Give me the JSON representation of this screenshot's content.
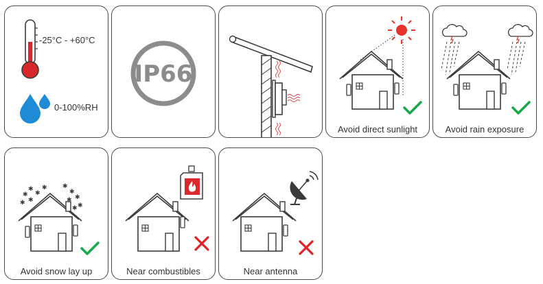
{
  "colors": {
    "stroke": "#3a3a3a",
    "temp_red": "#d8282c",
    "water_blue": "#1f8ad6",
    "check_green": "#18a84a",
    "cross_red": "#e02025",
    "sun_red": "#e8332a",
    "ip_gray": "#8c8c8c",
    "heat_red": "#e05a5a"
  },
  "cards": {
    "environment": {
      "temperature_range": "-25°C - +60°C",
      "humidity_range": "0-100%RH",
      "icons": [
        "thermometer-icon",
        "water-drops-icon"
      ]
    },
    "ip_rating": {
      "label": "IP66"
    },
    "mounting": {
      "icons": [
        "sunshade-icon",
        "wall-icon",
        "inverter-icon",
        "heat-waves-icon"
      ]
    },
    "sunlight": {
      "caption": "Avoid direct sunlight",
      "verdict": "check"
    },
    "rain": {
      "caption": "Avoid rain exposure",
      "verdict": "check"
    },
    "snow": {
      "caption": "Avoid snow lay up",
      "verdict": "check"
    },
    "combustibles": {
      "caption": "Near combustibles",
      "verdict": "cross"
    },
    "antenna": {
      "caption": "Near antenna",
      "verdict": "cross"
    }
  }
}
